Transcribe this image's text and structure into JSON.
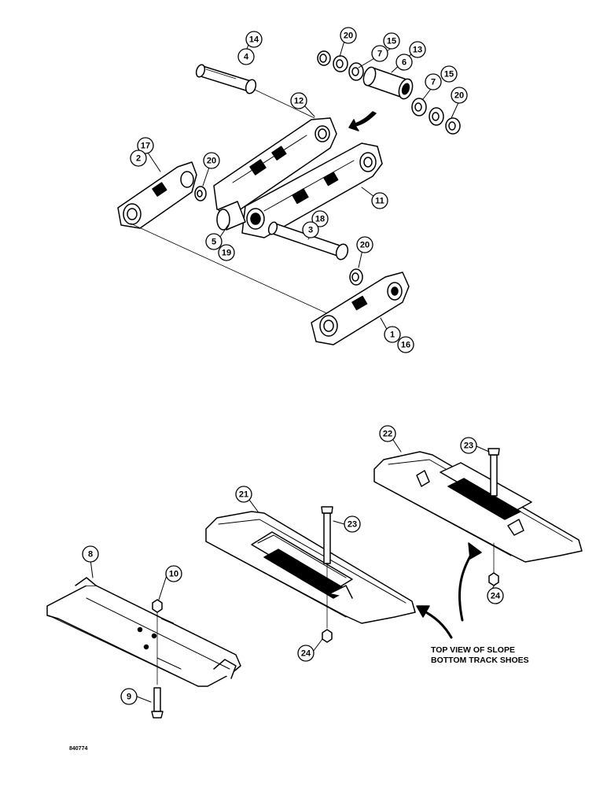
{
  "labels": [
    {
      "id": "14",
      "text": "14"
    },
    {
      "id": "4",
      "text": "4"
    },
    {
      "id": "20a",
      "text": "20"
    },
    {
      "id": "15a",
      "text": "15"
    },
    {
      "id": "7a",
      "text": "7"
    },
    {
      "id": "13",
      "text": "13"
    },
    {
      "id": "6",
      "text": "6"
    },
    {
      "id": "15b",
      "text": "15"
    },
    {
      "id": "7b",
      "text": "7"
    },
    {
      "id": "20b",
      "text": "20"
    },
    {
      "id": "12",
      "text": "12"
    },
    {
      "id": "17",
      "text": "17"
    },
    {
      "id": "2",
      "text": "2"
    },
    {
      "id": "20c",
      "text": "20"
    },
    {
      "id": "11",
      "text": "11"
    },
    {
      "id": "18",
      "text": "18"
    },
    {
      "id": "3",
      "text": "3"
    },
    {
      "id": "20d",
      "text": "20"
    },
    {
      "id": "5",
      "text": "5"
    },
    {
      "id": "19",
      "text": "19"
    },
    {
      "id": "1",
      "text": "1"
    },
    {
      "id": "16",
      "text": "16"
    },
    {
      "id": "22",
      "text": "22"
    },
    {
      "id": "23a",
      "text": "23"
    },
    {
      "id": "21",
      "text": "21"
    },
    {
      "id": "23b",
      "text": "23"
    },
    {
      "id": "8",
      "text": "8"
    },
    {
      "id": "10",
      "text": "10"
    },
    {
      "id": "24a",
      "text": "24"
    },
    {
      "id": "24b",
      "text": "24"
    },
    {
      "id": "9",
      "text": "9"
    }
  ],
  "note": {
    "line1": "TOP VIEW OF SLOPE",
    "line2": "BOTTOM TRACK SHOES"
  },
  "figure_number": "840774"
}
